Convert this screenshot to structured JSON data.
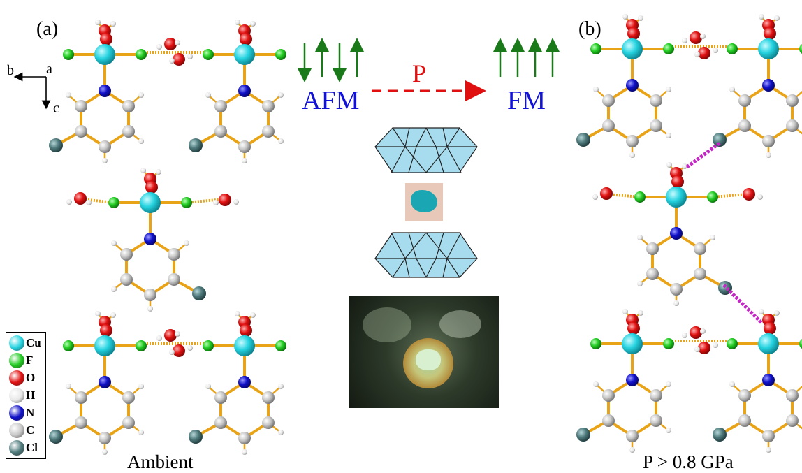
{
  "panels": {
    "a_label": "(a)",
    "b_label": "(b)",
    "a_caption": "Ambient",
    "b_caption": "P > 0.8 GPa"
  },
  "transition": {
    "pressure_label": "P",
    "from_state": "AFM",
    "to_state": "FM",
    "afm_spins": [
      "down",
      "up",
      "down",
      "up"
    ],
    "fm_spins": [
      "up",
      "up",
      "up",
      "up"
    ]
  },
  "axes": {
    "b": "b",
    "a": "a",
    "c": "c"
  },
  "legend": [
    {
      "label": "Cu",
      "color": "#25d3e0"
    },
    {
      "label": "F",
      "color": "#22cc22"
    },
    {
      "label": "O",
      "color": "#e01010"
    },
    {
      "label": "H",
      "color": "#e8e8e8"
    },
    {
      "label": "N",
      "color": "#1010c8"
    },
    {
      "label": "C",
      "color": "#c8c8c8"
    },
    {
      "label": "Cl",
      "color": "#4f7a7c"
    }
  ],
  "colors": {
    "bond": "#e8a317",
    "halogen_bond": "#c428c4",
    "spin_arrow": "#1a7a1a",
    "pressure_arrow": "#e01010",
    "state_text": "#1212d6",
    "anvil": "#a6dcee"
  }
}
